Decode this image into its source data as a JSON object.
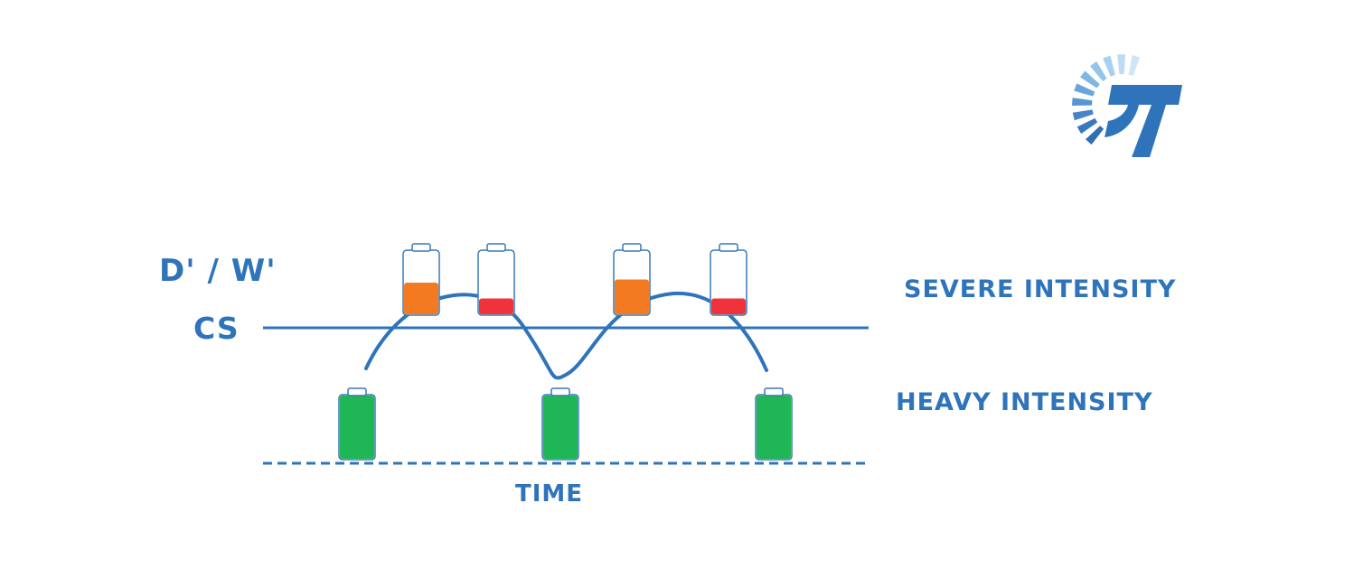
{
  "labels": {
    "dw": "D' / W'",
    "cs": "CS",
    "severe": "SEVERE INTENSITY",
    "heavy": "HEAVY INTENSITY",
    "time": "TIME"
  },
  "colors": {
    "line": "#2f74bb",
    "battery_outline": "#3a78b5",
    "full": "#1fb755",
    "medium": "#f47a21",
    "low": "#f0323b"
  },
  "batteries": [
    {
      "zone": "heavy",
      "level": 1.0,
      "color": "full"
    },
    {
      "zone": "severe",
      "level": 0.5,
      "color": "medium"
    },
    {
      "zone": "severe",
      "level": 0.25,
      "color": "low"
    },
    {
      "zone": "heavy",
      "level": 1.0,
      "color": "full"
    },
    {
      "zone": "severe",
      "level": 0.55,
      "color": "medium"
    },
    {
      "zone": "severe",
      "level": 0.25,
      "color": "low"
    },
    {
      "zone": "heavy",
      "level": 1.0,
      "color": "full"
    }
  ],
  "logo": {
    "icon": "brand-logo-icon"
  }
}
